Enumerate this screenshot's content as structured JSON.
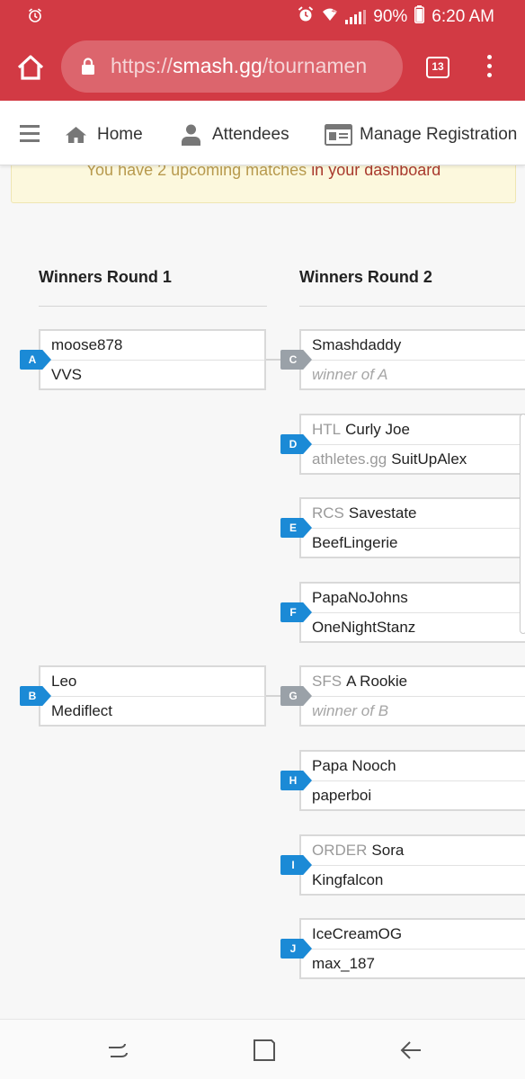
{
  "status_bar": {
    "battery": "90%",
    "time": "6:20 AM"
  },
  "browser": {
    "url_scheme": "https://",
    "url_host": "smash.gg",
    "url_path": "/tournamen",
    "tab_count": "13"
  },
  "site_nav": {
    "items": [
      {
        "label": "Home",
        "icon": "home-icon"
      },
      {
        "label": "Attendees",
        "icon": "person-icon"
      },
      {
        "label": "Manage Registration",
        "icon": "id-card-icon"
      }
    ]
  },
  "alert": {
    "text": "You have 2 upcoming matches ",
    "link": "in your dashboard"
  },
  "bracket": {
    "columns": [
      "Winners Round 1",
      "Winners Round 2"
    ],
    "round1": [
      {
        "id": "A",
        "top": {
          "prefix": "",
          "name": "moose878"
        },
        "bottom": {
          "prefix": "",
          "name": "VVS"
        }
      },
      {
        "id": "B",
        "top": {
          "prefix": "",
          "name": "Leo"
        },
        "bottom": {
          "prefix": "",
          "name": "Mediflect"
        }
      }
    ],
    "round2": [
      {
        "id": "C",
        "top": {
          "prefix": "",
          "name": "Smashdaddy"
        },
        "bottom": {
          "prefix": "",
          "name": "",
          "placeholder": "winner of A"
        }
      },
      {
        "id": "D",
        "top": {
          "prefix": "HTL",
          "name": "Curly Joe"
        },
        "bottom": {
          "prefix": "athletes.gg",
          "name": "SuitUpAlex"
        }
      },
      {
        "id": "E",
        "top": {
          "prefix": "RCS",
          "name": "Savestate"
        },
        "bottom": {
          "prefix": "",
          "name": "BeefLingerie"
        }
      },
      {
        "id": "F",
        "top": {
          "prefix": "",
          "name": "PapaNoJohns"
        },
        "bottom": {
          "prefix": "",
          "name": "OneNightStanz"
        }
      },
      {
        "id": "G",
        "top": {
          "prefix": "SFS",
          "name": "A Rookie"
        },
        "bottom": {
          "prefix": "",
          "name": "",
          "placeholder": "winner of B"
        }
      },
      {
        "id": "H",
        "top": {
          "prefix": "",
          "name": "Papa Nooch"
        },
        "bottom": {
          "prefix": "",
          "name": "paperboi"
        }
      },
      {
        "id": "I",
        "top": {
          "prefix": "ORDER",
          "name": "Sora"
        },
        "bottom": {
          "prefix": "",
          "name": "Kingfalcon"
        }
      },
      {
        "id": "J",
        "top": {
          "prefix": "",
          "name": "IceCreamOG"
        },
        "bottom": {
          "prefix": "",
          "name": "max_187"
        }
      }
    ]
  },
  "colors": {
    "brand_red": "#d23a44",
    "tag_blue": "#1b8ad6",
    "tag_gray": "#9aa1a8"
  }
}
